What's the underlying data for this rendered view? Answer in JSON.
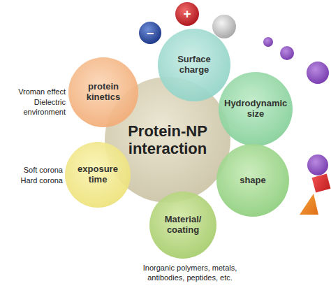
{
  "diagram": {
    "nodes": [
      {
        "text": [
          "Protein-NP interaction"
        ]
      },
      {
        "text": [
          "Surface charge"
        ]
      },
      {
        "text": [
          "Hydrodynamic size"
        ]
      },
      {
        "text": [
          "shape"
        ]
      },
      {
        "text": [
          "Material/ coating"
        ]
      },
      {
        "text": [
          "exposure time"
        ]
      },
      {
        "text": [
          "protein kinetics"
        ]
      }
    ],
    "labels": [
      "−",
      "+",
      "Vroman effect",
      "Dielectric environment",
      "Soft corona",
      "Hard corona",
      "Inorganic polymers, metals, antibodies, peptides, etc."
    ]
  }
}
